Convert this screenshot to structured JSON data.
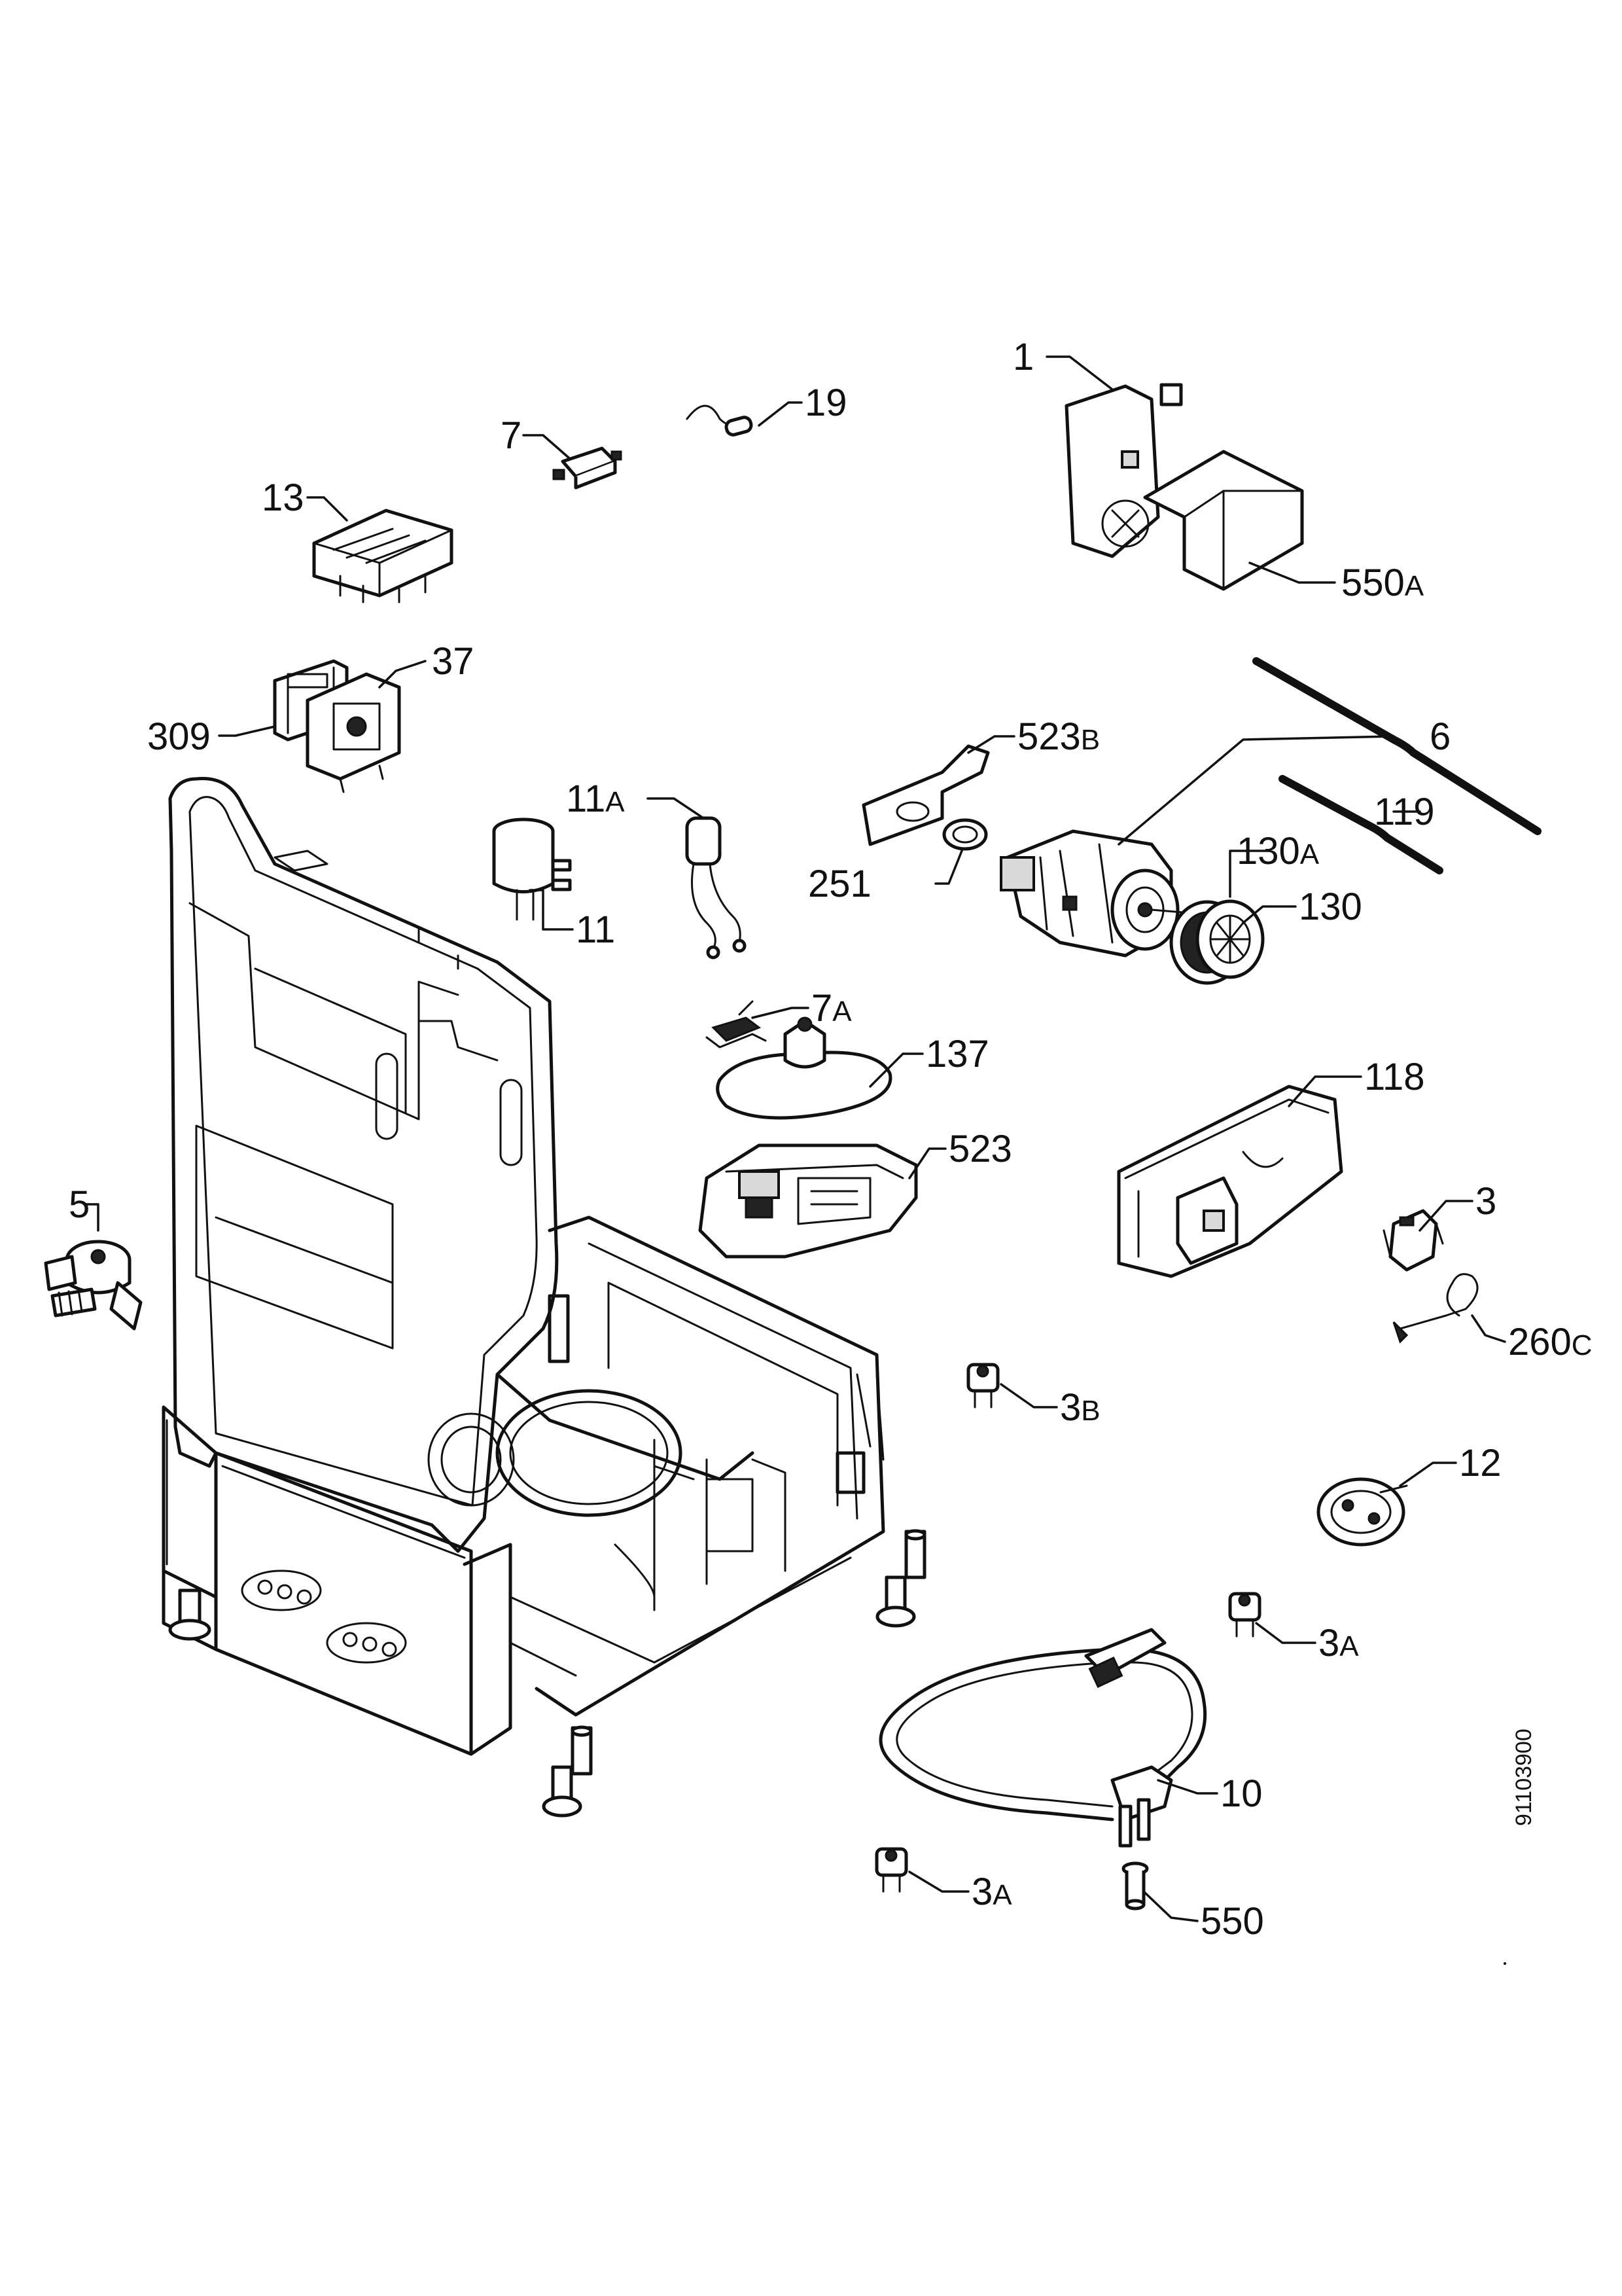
{
  "drawing_reference": "91103900",
  "labels": {
    "l1": {
      "num": "1",
      "suffix": ""
    },
    "l19": {
      "num": "19",
      "suffix": ""
    },
    "l7": {
      "num": "7",
      "suffix": ""
    },
    "l13": {
      "num": "13",
      "suffix": ""
    },
    "l550a": {
      "num": "550",
      "suffix": "A"
    },
    "l37": {
      "num": "37",
      "suffix": ""
    },
    "l309": {
      "num": "309",
      "suffix": ""
    },
    "l523b": {
      "num": "523",
      "suffix": "B"
    },
    "l6": {
      "num": "6",
      "suffix": ""
    },
    "l11a": {
      "num": "11",
      "suffix": "A"
    },
    "l119": {
      "num": "119",
      "suffix": ""
    },
    "l130a": {
      "num": "130",
      "suffix": "A"
    },
    "l251": {
      "num": "251",
      "suffix": ""
    },
    "l11": {
      "num": "11",
      "suffix": ""
    },
    "l130": {
      "num": "130",
      "suffix": ""
    },
    "l7a": {
      "num": "7",
      "suffix": "A"
    },
    "l137": {
      "num": "137",
      "suffix": ""
    },
    "l118": {
      "num": "118",
      "suffix": ""
    },
    "l523": {
      "num": "523",
      "suffix": ""
    },
    "l5": {
      "num": "5",
      "suffix": ""
    },
    "l3": {
      "num": "3",
      "suffix": ""
    },
    "l260c": {
      "num": "260",
      "suffix": "C"
    },
    "l3b": {
      "num": "3",
      "suffix": "B"
    },
    "l12": {
      "num": "12",
      "suffix": ""
    },
    "l3a_right": {
      "num": "3",
      "suffix": "A"
    },
    "l10": {
      "num": "10",
      "suffix": ""
    },
    "l3a_bottom": {
      "num": "3",
      "suffix": "A"
    },
    "l550": {
      "num": "550",
      "suffix": ""
    }
  }
}
